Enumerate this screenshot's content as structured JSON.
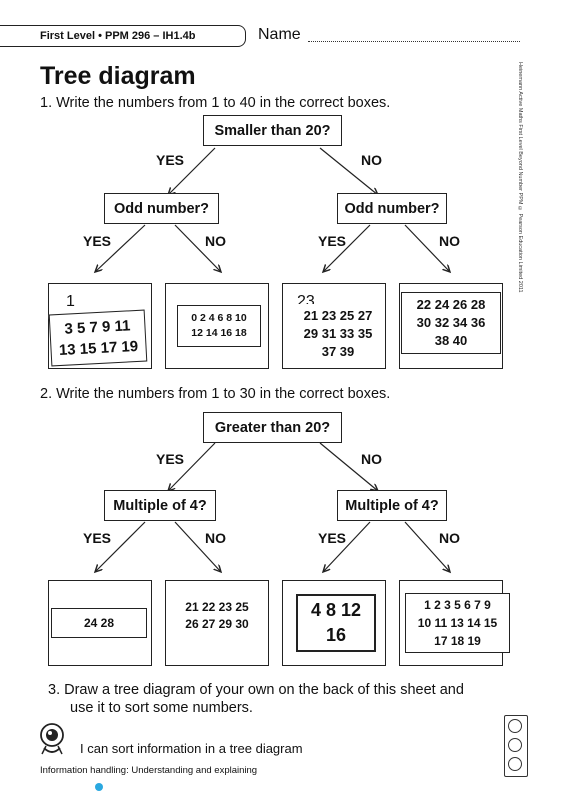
{
  "header": {
    "level_tag": "First Level • PPM 296 – IH1.4b",
    "name_label": "Name"
  },
  "title": "Tree diagram",
  "side_credit": "Heinemann Active Maths First Level Beyond Number PPM © Pearson Education Limited 2011",
  "q1": {
    "text": "1.   Write the numbers from 1 to 40 in the correct boxes.",
    "root": "Smaller than 20?",
    "yes": "YES",
    "no": "NO",
    "left": "Odd number?",
    "right": "Odd number?",
    "boxes": [
      {
        "pre": "1",
        "answer_lines": [
          "3 5 7 9 11",
          "13 15 17 19"
        ]
      },
      {
        "pre": "",
        "answer_lines": [
          "0 2 4 6 8 10",
          "12 14 16 18"
        ]
      },
      {
        "pre": "23",
        "answer_lines": [
          "21 23 25 27",
          "29  31 33 35",
          "37 39"
        ]
      },
      {
        "pre": "",
        "answer_lines": [
          "22 24 26 28",
          "30 32 34 36",
          "38 40"
        ]
      }
    ]
  },
  "q2": {
    "text": "2.   Write the numbers from 1 to 30 in the correct boxes.",
    "root": "Greater than 20?",
    "yes": "YES",
    "no": "NO",
    "left": "Multiple of 4?",
    "right": "Multiple of 4?",
    "boxes": [
      {
        "answer_lines": [
          "24 28"
        ]
      },
      {
        "answer_lines": [
          "21 22 23 25",
          "26 27 29 30"
        ]
      },
      {
        "answer_lines": [
          "4 8 12",
          "16"
        ]
      },
      {
        "answer_lines": [
          "1 2 3 5 6 7 9",
          "10 11 13  14 15",
          "17 18 19"
        ]
      }
    ]
  },
  "q3": {
    "line1": "3.   Draw a tree diagram of your own on the back of this sheet and",
    "line2": "use it to sort some numbers."
  },
  "footer": {
    "statement": "I can sort information in a tree diagram",
    "strand": "Information handling: Understanding and explaining"
  }
}
